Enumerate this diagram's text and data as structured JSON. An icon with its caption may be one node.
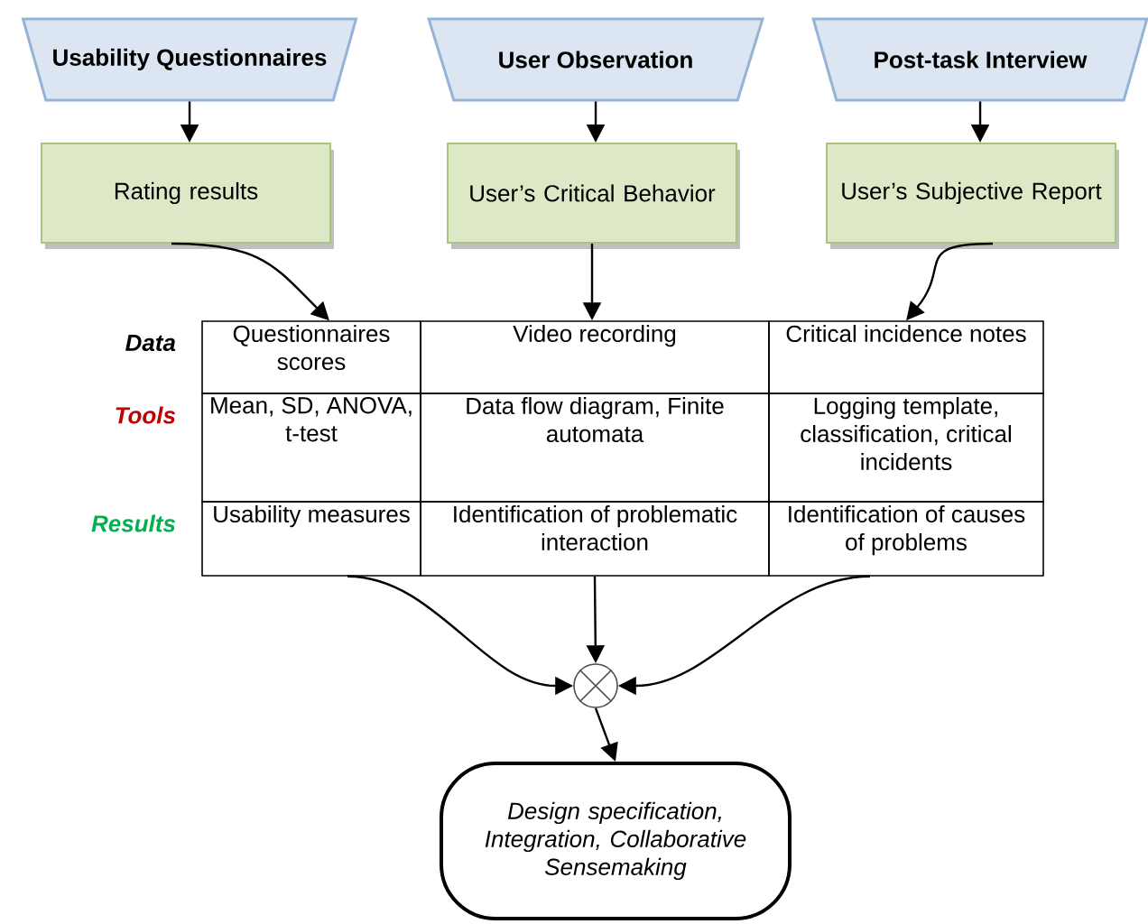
{
  "diagram": {
    "nodes": [
      {
        "text": [
          "Usability Questionnaires"
        ]
      },
      {
        "text": [
          "User Observation"
        ]
      },
      {
        "text": [
          "Post-task Interview"
        ]
      },
      {
        "text": [
          "Rating results"
        ]
      },
      {
        "text": [
          "User’s Critical Behavior"
        ]
      },
      {
        "text": [
          "User’s Subjective Report"
        ]
      },
      {
        "text": [
          "Questionnaires scores"
        ]
      },
      {
        "text": [
          "Video recording"
        ]
      },
      {
        "text": [
          "Critical incidence notes"
        ]
      },
      {
        "text": [
          "Mean, SD, ANOVA, t-test"
        ]
      },
      {
        "text": [
          "Data flow diagram, Finite automata"
        ]
      },
      {
        "text": [
          "Logging template, classification, critical incidents"
        ]
      },
      {
        "text": [
          "Usability measures"
        ]
      },
      {
        "text": [
          "Identification of problematic interaction"
        ]
      },
      {
        "text": [
          "Identification of causes of problems"
        ]
      },
      {
        "text": [],
        "shape": "circle"
      },
      {
        "text": [
          "Design specification, Integration, Collaborative Sensemaking"
        ]
      }
    ],
    "edges": [
      {
        "from": 0,
        "to": 3,
        "arrow": "to"
      },
      {
        "from": 1,
        "to": 4,
        "arrow": "to"
      },
      {
        "from": 2,
        "to": 5,
        "arrow": "to"
      },
      {
        "from": 3,
        "to": 6,
        "arrow": "to"
      },
      {
        "from": 4,
        "to": 7,
        "arrow": "to"
      },
      {
        "from": 5,
        "to": 8,
        "arrow": "to"
      },
      {
        "from": 12,
        "to": 15,
        "arrow": "to"
      },
      {
        "from": 13,
        "to": 15,
        "arrow": "to"
      },
      {
        "from": 14,
        "to": 15,
        "arrow": "to"
      },
      {
        "from": 15,
        "to": 16,
        "arrow": "to"
      }
    ],
    "labels": [
      "Data",
      "Tools",
      "Results"
    ]
  }
}
